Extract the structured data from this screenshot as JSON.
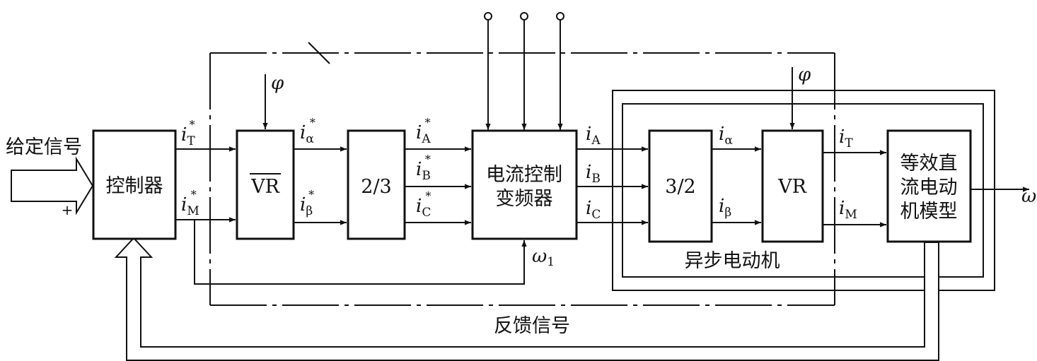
{
  "inputs": {
    "given_signal": "给定信号",
    "plus": "+",
    "ac_source": "~"
  },
  "blocks": {
    "controller": "控制器",
    "vr_inverse": "VR",
    "two_three": "2/3",
    "converter_line1": "电流控制",
    "converter_line2": "变频器",
    "three_two": "3/2",
    "vr": "VR",
    "dc_model_line1": "等效直",
    "dc_model_line2": "流电动",
    "dc_model_line3": "机模型"
  },
  "groups": {
    "async_motor": "异步电动机",
    "feedback": "反馈信号"
  },
  "signals": {
    "i": "i",
    "star": "*",
    "phi": "φ",
    "omega": "ω",
    "omega1_sub": "1",
    "sub_T": "T",
    "sub_M": "M",
    "sub_alpha": "α",
    "sub_beta": "β",
    "sub_A": "A",
    "sub_B": "B",
    "sub_C": "C"
  }
}
